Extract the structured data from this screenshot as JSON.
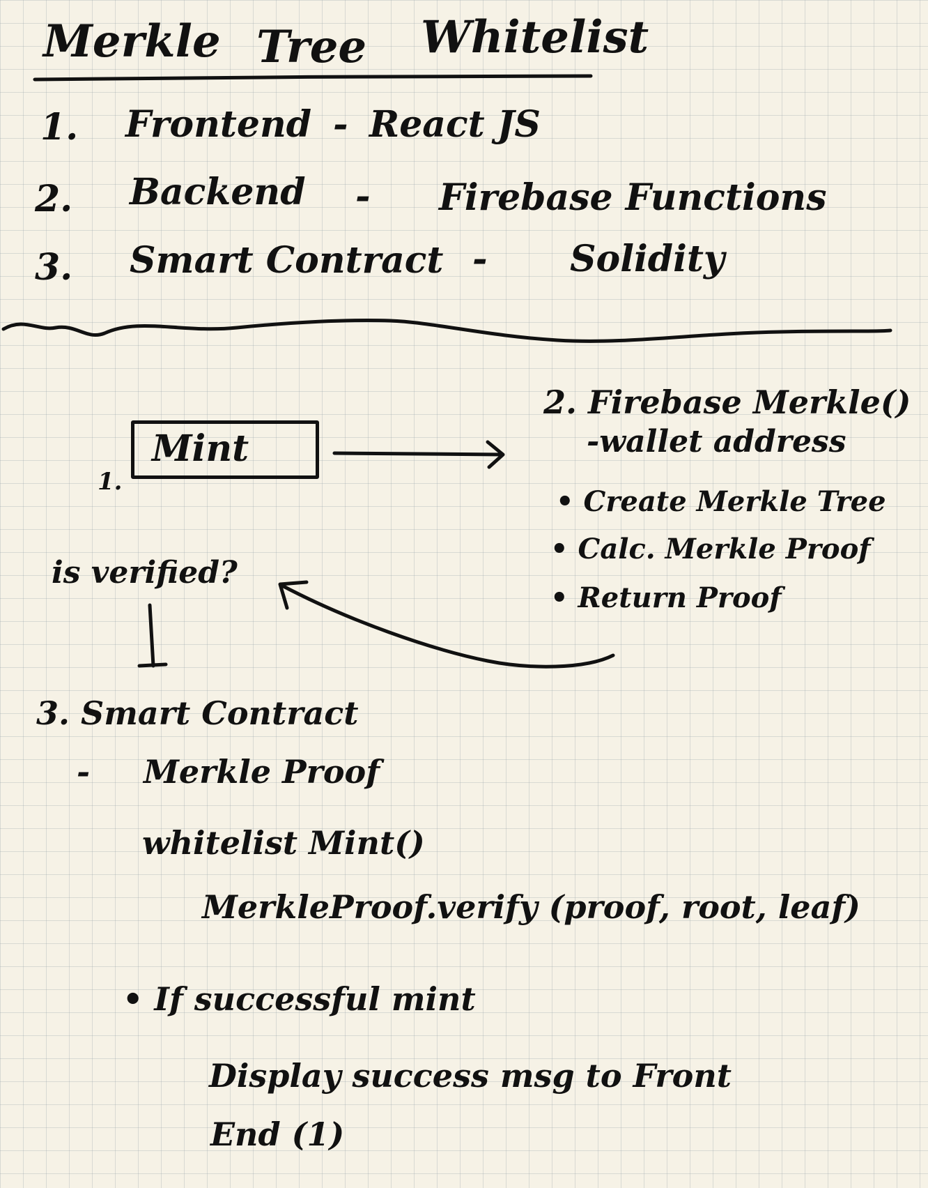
{
  "title": {
    "part1": "Merkle",
    "part2": "Tree",
    "part3": "Whitelist"
  },
  "stack": [
    {
      "number": "1.",
      "layer": "Frontend",
      "dash": "-",
      "tech": "React JS"
    },
    {
      "number": "2.",
      "layer": "Backend",
      "dash": "-",
      "tech": "Firebase Functions"
    },
    {
      "number": "3.",
      "layer": "Smart Contract",
      "dash": "-",
      "tech": "Solidity"
    }
  ],
  "flow": {
    "step1_number": "1.",
    "mint_button": "Mint",
    "step2_heading": "2. Firebase Merkle()",
    "step2_param": "-wallet address",
    "step2_bullets": [
      "Create Merkle Tree",
      "Calc. Merkle Proof",
      "Return Proof"
    ],
    "verified_question": "is verified?",
    "step3_heading": "3. Smart Contract",
    "step3_dash": "-",
    "step3_param": "Merkle Proof",
    "function_name": "whitelist Mint()",
    "verify_call": "MerkleProof.verify (proof, root, leaf)",
    "success_condition": "If successful mint",
    "success_action_line1": "Display success msg to Front",
    "success_action_line2": "End (1)"
  }
}
